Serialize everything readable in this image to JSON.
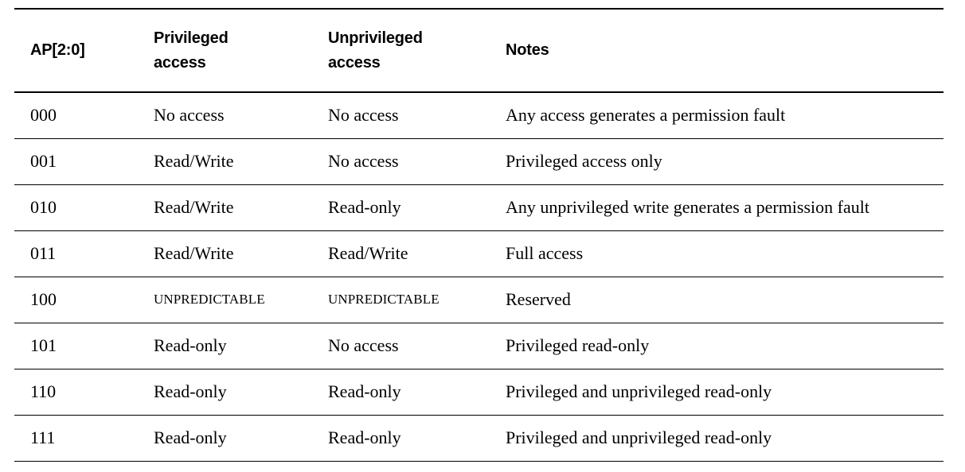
{
  "table": {
    "name": "memory-access-permissions-table",
    "columns": [
      {
        "key": "ap",
        "label": "AP[2:0]"
      },
      {
        "key": "privileged",
        "label": "Privileged\naccess",
        "line1": "Privileged",
        "line2": "access"
      },
      {
        "key": "unprivileged",
        "label": "Unprivileged\naccess",
        "line1": "Unprivileged",
        "line2": "access"
      },
      {
        "key": "notes",
        "label": "Notes"
      }
    ],
    "rows": [
      {
        "ap": "000",
        "privileged": "No access",
        "unprivileged": "No access",
        "notes": "Any access generates a permission fault"
      },
      {
        "ap": "001",
        "privileged": "Read/Write",
        "unprivileged": "No access",
        "notes": "Privileged access only"
      },
      {
        "ap": "010",
        "privileged": "Read/Write",
        "unprivileged": "Read-only",
        "notes": "Any unprivileged write generates a permission fault"
      },
      {
        "ap": "011",
        "privileged": "Read/Write",
        "unprivileged": "Read/Write",
        "notes": "Full access"
      },
      {
        "ap": "100",
        "privileged": "UNPREDICTABLE",
        "unprivileged": "UNPREDICTABLE",
        "notes": "Reserved"
      },
      {
        "ap": "101",
        "privileged": "Read-only",
        "unprivileged": "No access",
        "notes": "Privileged read-only"
      },
      {
        "ap": "110",
        "privileged": "Read-only",
        "unprivileged": "Read-only",
        "notes": "Privileged and unprivileged read-only"
      },
      {
        "ap": "111",
        "privileged": "Read-only",
        "unprivileged": "Read-only",
        "notes": "Privileged and unprivileged read-only"
      }
    ]
  },
  "colors": {
    "text": "#000000",
    "rule": "#000000",
    "background": "#ffffff"
  }
}
